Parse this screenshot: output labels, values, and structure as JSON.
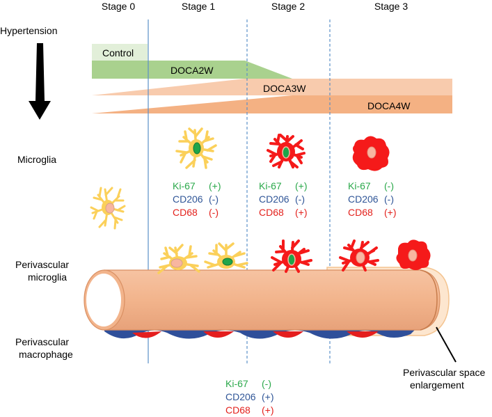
{
  "stages": [
    "Stage 0",
    "Stage 1",
    "Stage 2",
    "Stage 3"
  ],
  "left_labels": {
    "hypertension": "Hypertension",
    "microglia": "Microglia",
    "perivascular_microglia_line1": "Perivascular",
    "perivascular_microglia_line2": "microglia",
    "perivascular_macrophage_line1": "Perivascular",
    "perivascular_macrophage_line2": "macrophage"
  },
  "timeline": {
    "control": "Control",
    "doca2w": "DOCA2W",
    "doca3w": "DOCA3W",
    "doca4w": "DOCA4W"
  },
  "marker_names": {
    "ki67": "Ki-67",
    "cd206": "CD206",
    "cd68": "CD68"
  },
  "stage1_markers": {
    "ki67": "(+)",
    "cd206": "(-)",
    "cd68": "(-)"
  },
  "stage2_markers": {
    "ki67": "(+)",
    "cd206": "(-)",
    "cd68": "(+)"
  },
  "stage3_markers": {
    "ki67": "(-)",
    "cd206": "(-)",
    "cd68": "(+)"
  },
  "macrophage_markers": {
    "ki67": "(-)",
    "cd206": "(+)",
    "cd68": "(+)"
  },
  "annotation": {
    "line1": "Perivascular space",
    "line2": "enlargement"
  },
  "colors": {
    "ki67": "#2aa84a",
    "cd206": "#2f5597",
    "cd68": "#e3211c",
    "vessel": "#f2b48c",
    "microglia_resting": "#fbd05a",
    "microglia_activated": "#f51a1a",
    "stage_line": "#5b8fc7"
  }
}
